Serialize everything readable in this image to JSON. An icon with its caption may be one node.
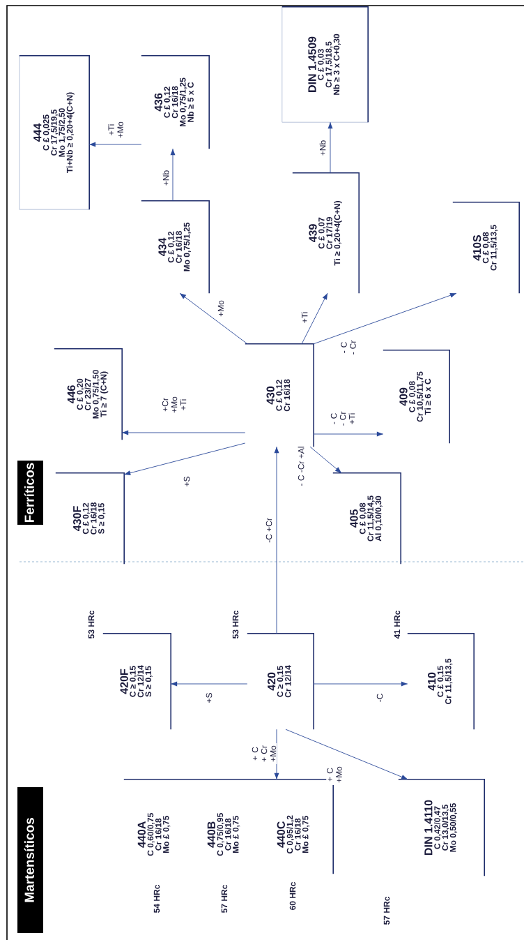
{
  "diagram": {
    "nodes": [
      {
        "text": [
          "Martensíticos"
        ]
      },
      {
        "text": [
          "Ferríticos"
        ]
      },
      {
        "text": [],
        "shape": "box"
      },
      {
        "text": [
          "440A",
          "C 0,60/0,75",
          "Cr 16/18",
          "Mo £ 0,75"
        ],
        "in": 2,
        "beside": [
          "54 HRc"
        ]
      },
      {
        "text": [
          "440B",
          "C 0,75/0,95",
          "Cr 16/18",
          "Mo £ 0,75"
        ],
        "in": 2,
        "beside": [
          "57 HRc"
        ]
      },
      {
        "text": [
          "440C",
          "C 0,95/1,2",
          "Cr 16/18",
          "Mo £ 0,75"
        ],
        "in": 2,
        "beside": [
          "60 HRc"
        ]
      },
      {
        "text": [
          "420F",
          "C ≥ 0,15",
          "Cr 12/14",
          "S ≥ 0,15"
        ],
        "beside": [
          "53 HRc"
        ]
      },
      {
        "text": [
          "420",
          "C ≥ 0,15",
          "Cr 12/14"
        ],
        "beside": [
          "53 HRc"
        ]
      },
      {
        "text": [
          "410",
          "C £ 0,15",
          "Cr 11,5/13,5"
        ],
        "beside": [
          "41 HRc"
        ]
      },
      {
        "text": [
          "DIN 1.4110",
          "C 0,42/0,47",
          "Cr 13,0/13,5",
          "Mo 0,50/0,55"
        ],
        "beside": [
          "57 HRc"
        ]
      },
      {
        "text": [
          "430F",
          "C £ 0,12",
          "Cr 16/18",
          "S ≥ 0,15"
        ]
      },
      {
        "text": [
          "405",
          "C £ 0,08",
          "Cr 11,5/14,5",
          "Al 0,10/0,30"
        ]
      },
      {
        "text": [
          "446",
          "C £ 0,20",
          "Cr 23/27",
          "Mo 0,75/1,50",
          "Ti ≥ 7 (C+N)"
        ]
      },
      {
        "text": [
          "430",
          "C £ 0,12",
          "Cr 16/18"
        ]
      },
      {
        "text": [
          "409",
          "C £ 0,08",
          "Cr 10,5/11,75",
          "Ti ≥ 6 x C"
        ]
      },
      {
        "text": [
          "434",
          "C £ 0,12",
          "Cr 16/18",
          "Mo 0,75/1,25"
        ]
      },
      {
        "text": [
          "436",
          "C £ 0,12",
          "Cr 16/18",
          "Mo 0,75/1,25",
          "Nb ≥ 5 x C"
        ]
      },
      {
        "text": [
          "444",
          "C £ 0,025",
          "Cr 17,5/19,5",
          "Mo 1,75/2,50",
          "Ti+Nb ≥ 0,20+4(C+N)"
        ]
      },
      {
        "text": [
          "439",
          "C £ 0,07",
          "Cr 17/19",
          "Ti ≥ 0,20+4(C+N)"
        ]
      },
      {
        "text": [
          "DIN 1.4509",
          "C £ 0,03",
          "Cr 17,5/18,5",
          "Nb ≥ 3 x C+0,30"
        ]
      },
      {
        "text": [
          "410S",
          "C £ 0,08",
          "Cr 11,5/13,5"
        ]
      }
    ],
    "edges": [
      {
        "from": 7,
        "to": 6,
        "arrow": "to",
        "label": "+S"
      },
      {
        "from": 7,
        "to": 8,
        "arrow": "to",
        "label": "-C"
      },
      {
        "from": 7,
        "to": 2,
        "arrow": "to",
        "label": "+ C + Cr +Mo"
      },
      {
        "from": 7,
        "to": 9,
        "arrow": "to",
        "label": "+ C +Mo"
      },
      {
        "from": 7,
        "to": 13,
        "arrow": "to",
        "label": "-C +Cr"
      },
      {
        "from": 13,
        "to": 10,
        "arrow": "to",
        "label": "+S"
      },
      {
        "from": 13,
        "to": 12,
        "arrow": "to",
        "label": "+Cr +Mo +Ti"
      },
      {
        "from": 13,
        "to": 11,
        "arrow": "to",
        "label": "- C -Cr +Al"
      },
      {
        "from": 13,
        "to": 14,
        "arrow": "to",
        "label": "- C - Cr +Ti"
      },
      {
        "from": 13,
        "to": 15,
        "arrow": "to",
        "label": "+Mo"
      },
      {
        "from": 13,
        "to": 18,
        "arrow": "to",
        "label": "+Ti"
      },
      {
        "from": 13,
        "to": 20,
        "arrow": "to",
        "label": "- C - Cr"
      },
      {
        "from": 15,
        "to": 16,
        "arrow": "to",
        "label": "+Nb"
      },
      {
        "from": 16,
        "to": 17,
        "arrow": "to",
        "label": "+Ti +Mo"
      },
      {
        "from": 18,
        "to": 19,
        "arrow": "to",
        "label": "+Nb"
      }
    ]
  }
}
